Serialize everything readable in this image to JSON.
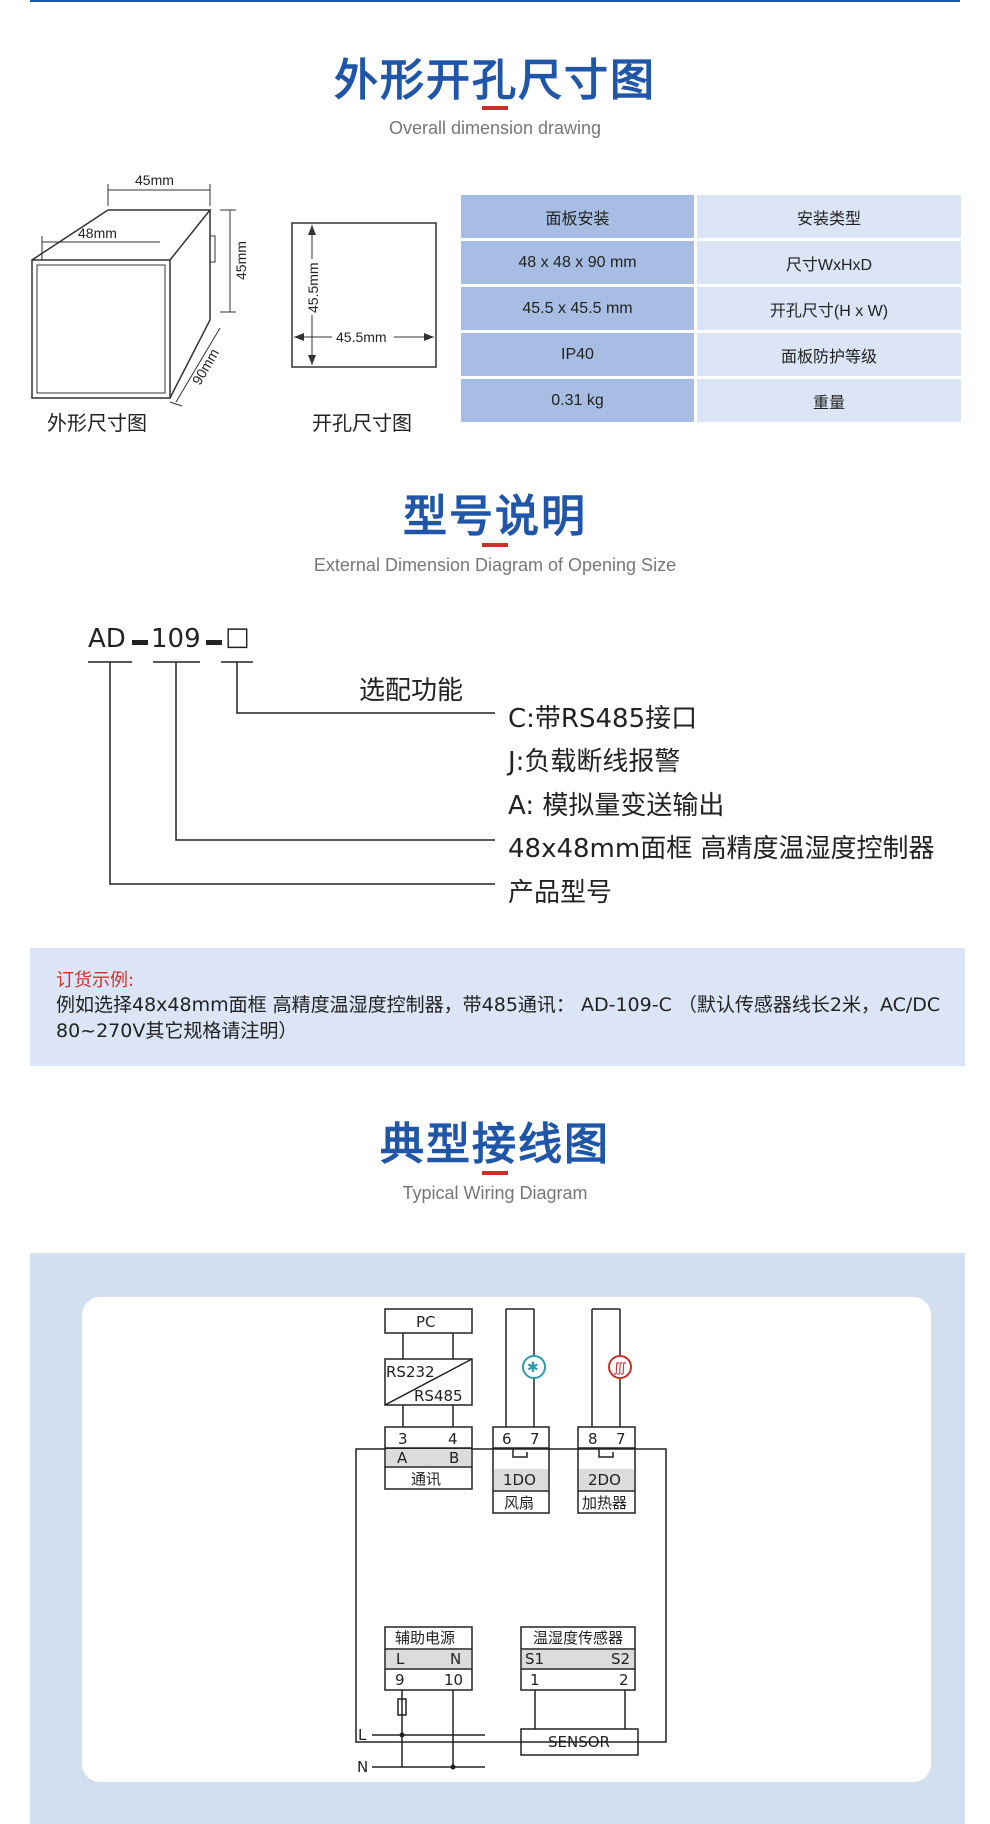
{
  "section1": {
    "title": "外形开孔尺寸图",
    "subtitle": "Overall dimension drawing",
    "drawing1": {
      "dim_top": "45mm",
      "dim_front": "48mm",
      "dim_side": "45mm",
      "dim_depth": "90mm",
      "caption": "外形尺寸图"
    },
    "drawing2": {
      "dim_vertical": "45.5mm",
      "dim_horizontal": "45.5mm",
      "caption": "开孔尺寸图"
    },
    "specs": [
      {
        "value": "面板安装",
        "label": "安装类型"
      },
      {
        "value": "48 x 48 x 90 mm",
        "label": "尺寸WxHxD"
      },
      {
        "value": "45.5 x 45.5 mm",
        "label": "开孔尺寸(H x W)"
      },
      {
        "value": "IP40",
        "label": "面板防护等级"
      },
      {
        "value": "0.31 kg",
        "label": "重量"
      }
    ]
  },
  "section2": {
    "title": "型号说明",
    "subtitle": "External Dimension Diagram of Opening Size",
    "model": {
      "p1": "AD",
      "p2": "109",
      "p3": "□"
    },
    "option_header": "选配功能",
    "options": [
      "C:带RS485接口",
      "J:负载断线报警",
      "A: 模拟量变送输出"
    ],
    "frame_desc": "48x48mm面框  高精度温湿度控制器",
    "product_type": "产品型号"
  },
  "order": {
    "title": "订货示例:",
    "body": "例如选择48x48mm面框    高精度温湿度控制器，带485通讯：  AD-109-C  （默认传感器线长2米，AC/DC 80~270V其它规格请注明）"
  },
  "section3": {
    "title": "典型接线图",
    "subtitle": "Typical Wiring Diagram",
    "diagram": {
      "pc": "PC",
      "rs232": "RS232",
      "rs485": "RS485",
      "comm_terms": [
        "3",
        "4"
      ],
      "comm_ab": [
        "A",
        "B"
      ],
      "comm_label": "通讯",
      "do1_terms": [
        "6",
        "7"
      ],
      "do1_label": "1DO",
      "do1_name": "风扇",
      "do2_terms": [
        "8",
        "7"
      ],
      "do2_label": "2DO",
      "do2_name": "加热器",
      "aux_label": "辅助电源",
      "aux_ln": [
        "L",
        "N"
      ],
      "aux_terms": [
        "9",
        "10"
      ],
      "th_label": "温湿度传感器",
      "th_s": [
        "S1",
        "S2"
      ],
      "th_terms": [
        "1",
        "2"
      ],
      "sensor": "SENSOR",
      "line_L": "L",
      "line_N": "N"
    }
  }
}
